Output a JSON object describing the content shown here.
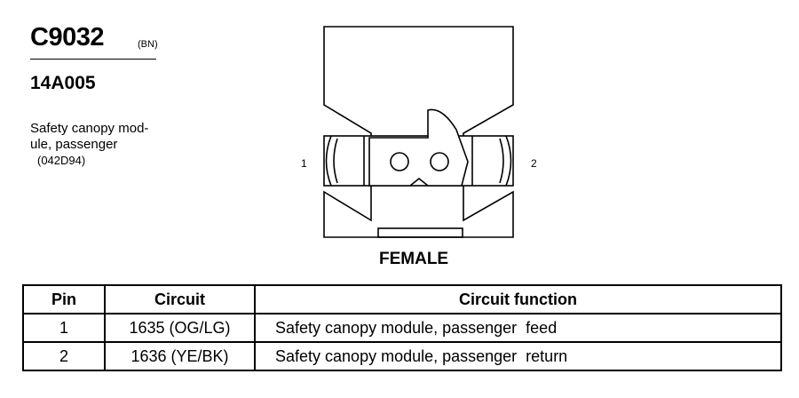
{
  "header": {
    "connector_id": "C9032",
    "color_code": "(BN)",
    "part_number": "14A005",
    "description_lines": [
      "Safety canopy mod-",
      "ule, passenger"
    ],
    "location_ref": "(042D94)"
  },
  "diagram": {
    "pin_labels": [
      "1",
      "2"
    ],
    "gender_label": "FEMALE"
  },
  "table": {
    "headers": [
      "Pin",
      "Circuit",
      "Circuit function"
    ],
    "rows": [
      {
        "pin": "1",
        "circuit": "1635 (OG/LG)",
        "function": "Safety canopy module, passenger  feed"
      },
      {
        "pin": "2",
        "circuit": "1636 (YE/BK)",
        "function": "Safety canopy module, passenger  return"
      }
    ]
  }
}
